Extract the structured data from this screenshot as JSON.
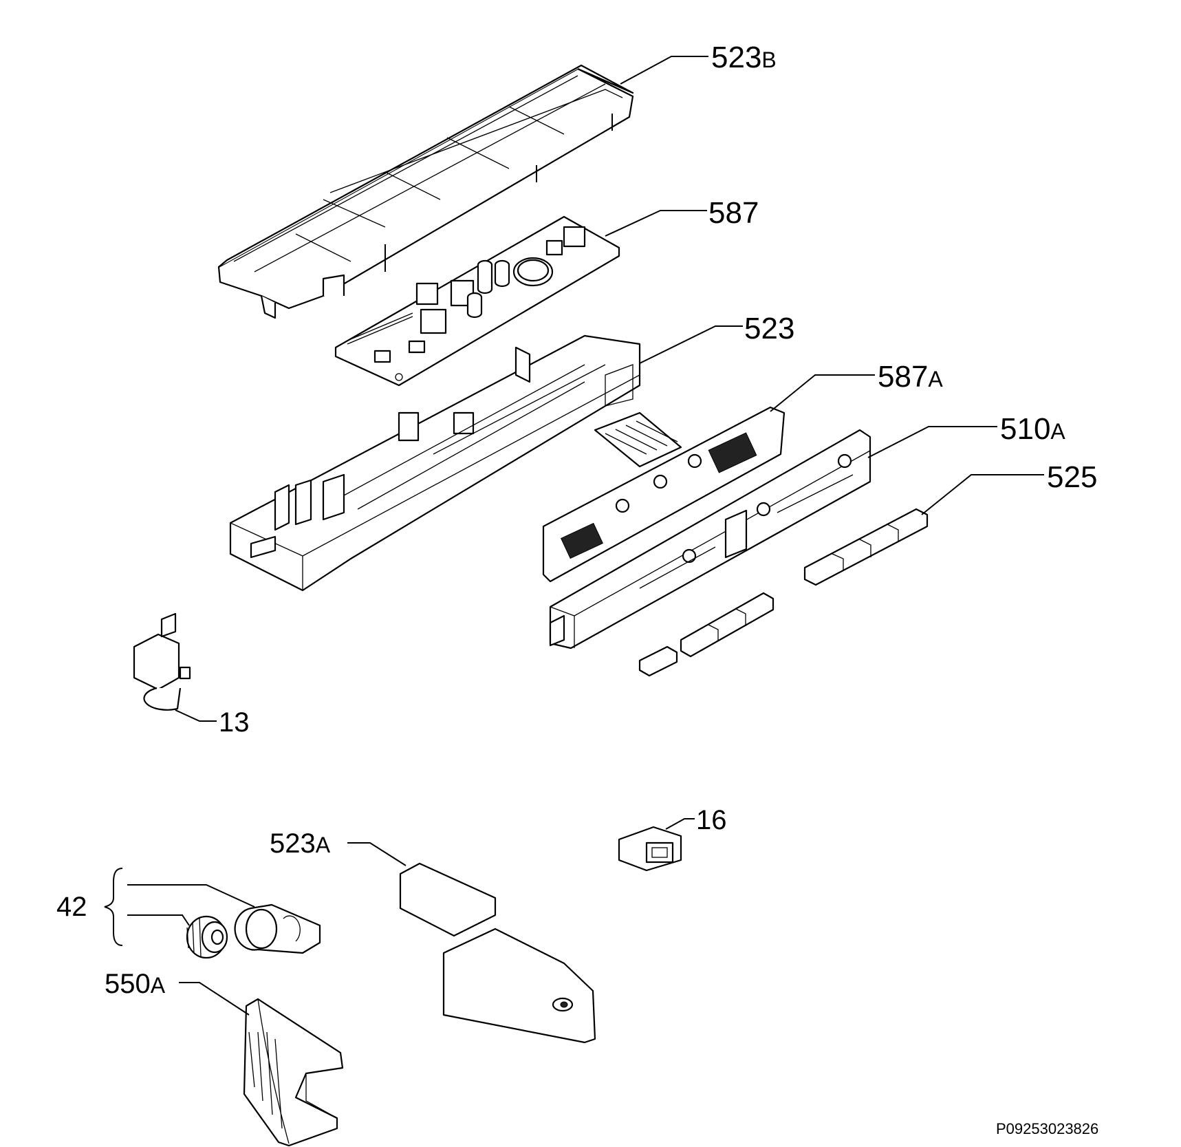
{
  "parts": [
    {
      "num": "523",
      "suffix": "B"
    },
    {
      "num": "587",
      "suffix": ""
    },
    {
      "num": "523",
      "suffix": ""
    },
    {
      "num": "587",
      "suffix": "A"
    },
    {
      "num": "510",
      "suffix": "A"
    },
    {
      "num": "525",
      "suffix": ""
    },
    {
      "num": "13",
      "suffix": ""
    },
    {
      "num": "16",
      "suffix": ""
    },
    {
      "num": "523",
      "suffix": "A"
    },
    {
      "num": "42",
      "suffix": ""
    },
    {
      "num": "550",
      "suffix": "A"
    }
  ],
  "drawing_code": "P09253023826"
}
